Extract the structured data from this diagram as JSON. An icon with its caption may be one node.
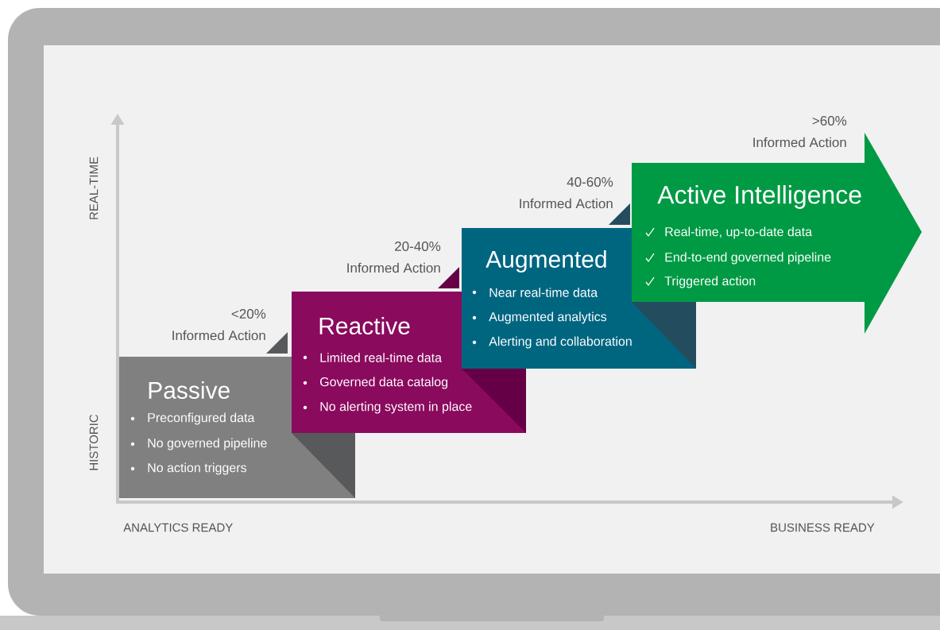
{
  "diagram": {
    "nodes": [
      {
        "text": [
          "Passive",
          "Preconfigured data",
          "No governed pipeline",
          "No action triggers"
        ],
        "beside": [
          "<20%",
          "Informed Action"
        ]
      },
      {
        "text": [
          "Reactive",
          "Limited real-time data",
          "Governed data catalog",
          "No alerting system in place"
        ],
        "beside": [
          "20-40%",
          "Informed Action"
        ]
      },
      {
        "text": [
          "Augmented",
          "Near real-time data",
          "Augmented analytics",
          "Alerting and collaboration"
        ],
        "beside": [
          "40-60%",
          "Informed Action"
        ]
      },
      {
        "text": [
          "Active Intelligence",
          "Real-time, up-to-date data",
          "End-to-end governed pipeline",
          "Triggered action"
        ],
        "beside": [
          ">60%",
          "Informed Action"
        ]
      }
    ],
    "labels": [
      "REAL-TIME",
      "HISTORIC",
      "ANALYTICS READY",
      "BUSINESS READY"
    ]
  }
}
